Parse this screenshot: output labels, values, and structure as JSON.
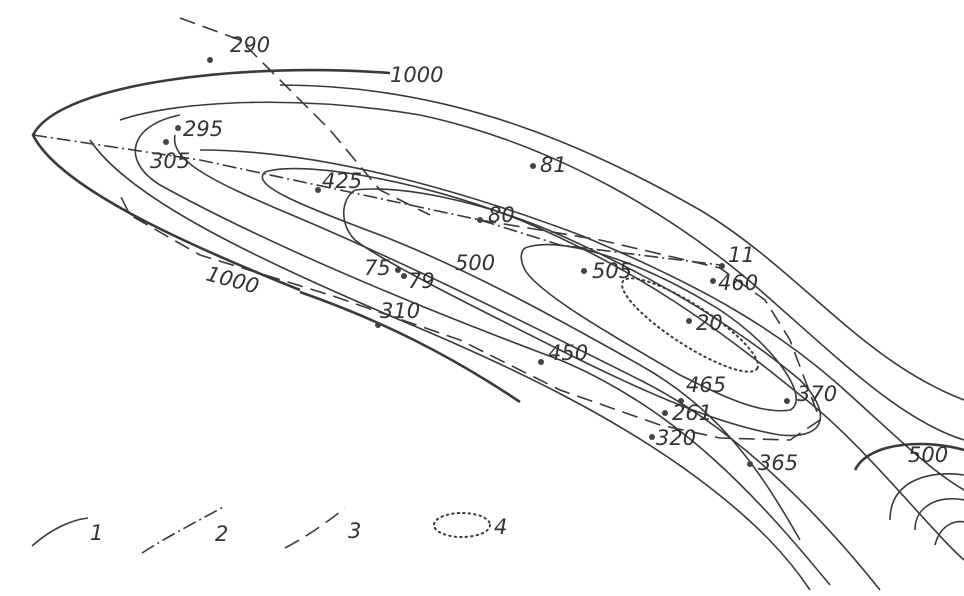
{
  "contour_labels": {
    "outer_top": "1000",
    "outer_bottom": "1000",
    "inner": "500",
    "right_closure": "500"
  },
  "wells": [
    "290",
    "295",
    "305",
    "425",
    "81",
    "80",
    "11",
    "460",
    "505",
    "75",
    "79",
    "310",
    "20",
    "450",
    "465",
    "370",
    "261",
    "320",
    "365"
  ],
  "legend": [
    "1",
    "2",
    "3",
    "4"
  ],
  "colors": {
    "ink": "#3a3a3a",
    "paper": "#ffffff"
  }
}
